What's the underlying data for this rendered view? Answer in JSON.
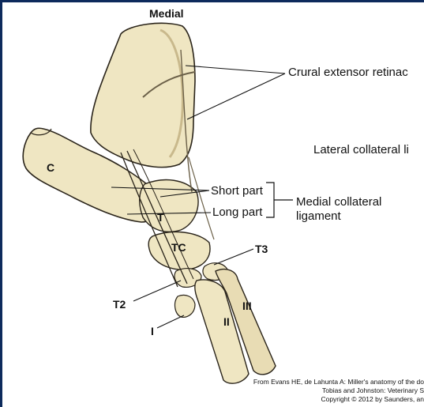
{
  "heading": "Medial",
  "labels": {
    "crural": "Crural extensor retinac",
    "lateral": "Lateral collateral li",
    "short_part": "Short part",
    "long_part": "Long part",
    "medial_collateral_1": "Medial collateral",
    "medial_collateral_2": "ligament"
  },
  "bones": {
    "c": "C",
    "t": "T",
    "tc": "TC",
    "t3": "T3",
    "t2": "T2",
    "i": "I",
    "ii": "II",
    "iii": "III"
  },
  "credit": [
    "From Evans HE, de Lahunta A: Miller's anatomy of the do",
    "Tobias and Johnston: Veterinary S",
    "Copyright © 2012 by Saunders, an"
  ],
  "colors": {
    "frame": "#0d2a5c",
    "bone": "#efe6c2",
    "bone_shadow": "#c9b98c",
    "ligament": "#d8cfb0",
    "outline": "#2a241a"
  }
}
